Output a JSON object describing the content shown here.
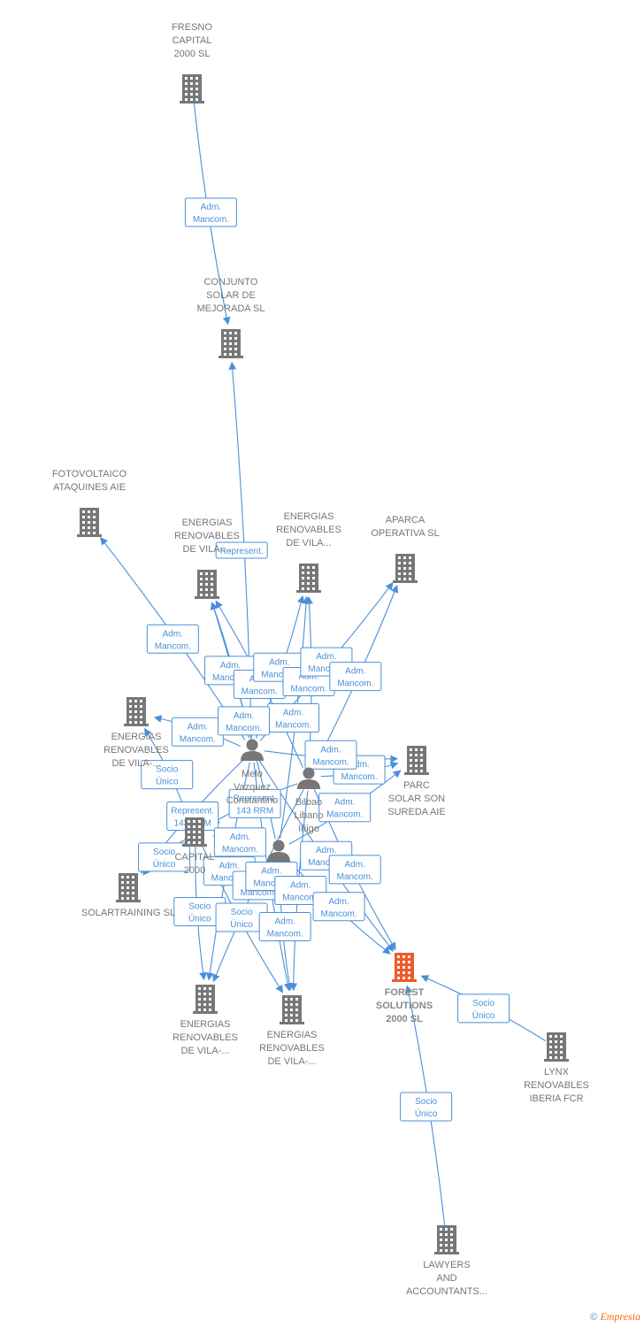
{
  "colors": {
    "company": "#777777",
    "focus": "#ee5a2a",
    "edge": "#4a90d9",
    "person": "#777777"
  },
  "nodes": [
    {
      "id": "fresno",
      "type": "company",
      "label": [
        "FRESNO",
        "CAPITAL",
        "2000  SL"
      ]
    },
    {
      "id": "conjunto",
      "type": "company",
      "label": [
        "CONJUNTO",
        "SOLAR DE",
        "MEJORADA SL"
      ]
    },
    {
      "id": "fotovoltaico",
      "type": "company",
      "label": [
        "FOTOVOLTAICO",
        "ATAQUINES AIE"
      ]
    },
    {
      "id": "er1",
      "type": "company",
      "label": [
        "ENERGIAS",
        "RENOVABLES",
        "DE VILA-..."
      ]
    },
    {
      "id": "er2",
      "type": "company",
      "label": [
        "ENERGIAS",
        "RENOVABLES",
        "DE VILA..."
      ]
    },
    {
      "id": "aparca",
      "type": "company",
      "label": [
        "APARCA",
        "OPERATIVA SL"
      ]
    },
    {
      "id": "er3",
      "type": "company",
      "label": [
        "ENERGIAS",
        "RENOVABLES",
        "DE VILA-..."
      ]
    },
    {
      "id": "parc",
      "type": "company",
      "label": [
        "PARC",
        "SOLAR SON",
        "SUREDA AIE"
      ]
    },
    {
      "id": "solartraining",
      "type": "company",
      "label": [
        "SOLARTRAINING SL"
      ]
    },
    {
      "id": "capital2000",
      "type": "company",
      "label": [
        "CAPITAL",
        "2000"
      ]
    },
    {
      "id": "er4",
      "type": "company",
      "label": [
        "ENERGIAS",
        "RENOVABLES",
        "DE VILA-..."
      ]
    },
    {
      "id": "er5",
      "type": "company",
      "label": [
        "ENERGIAS",
        "RENOVABLES",
        "DE VILA-..."
      ]
    },
    {
      "id": "forest",
      "type": "focus",
      "label": [
        "FOREST",
        "SOLUTIONS",
        "2000  SL"
      ]
    },
    {
      "id": "lynx",
      "type": "company",
      "label": [
        "LYNX",
        "RENOVABLES",
        "IBERIA FCR"
      ]
    },
    {
      "id": "lawyers",
      "type": "company",
      "label": [
        "LAWYERS",
        "AND",
        "ACCOUNTANTS..."
      ]
    },
    {
      "id": "p_bilbao",
      "type": "person",
      "label": [
        "Bilbao",
        "Libano",
        "Iñigo"
      ]
    },
    {
      "id": "p_melo",
      "type": "person",
      "label": [
        "Melo",
        "Vazquez",
        "Constantino"
      ]
    },
    {
      "id": "p_third",
      "type": "person",
      "label": []
    }
  ],
  "edges": [
    {
      "from": "fresno",
      "to": "conjunto",
      "label": [
        "Adm.",
        "Mancom."
      ]
    },
    {
      "from": "p_melo",
      "to": "conjunto",
      "label": [
        "Represent."
      ]
    },
    {
      "from": "p_melo",
      "to": "fotovoltaico",
      "label": [
        "Adm.",
        "Mancom."
      ]
    },
    {
      "from": "p_melo",
      "to": "er1",
      "label": [
        "Adm.",
        "Mancom."
      ]
    },
    {
      "from": "p_bilbao",
      "to": "er1",
      "label": [
        "Adm.",
        "Mancom."
      ]
    },
    {
      "from": "p_melo",
      "to": "er2",
      "label": [
        "Adm.",
        "Mancom."
      ]
    },
    {
      "from": "p_bilbao",
      "to": "er2",
      "label": [
        "Adm.",
        "Mancom."
      ]
    },
    {
      "from": "p_third",
      "to": "er2",
      "label": [
        "Adm.",
        "Mancom."
      ]
    },
    {
      "from": "p_melo",
      "to": "aparca",
      "label": [
        "Adm.",
        "Mancom."
      ]
    },
    {
      "from": "p_bilbao",
      "to": "aparca",
      "label": [
        "Adm.",
        "Mancom."
      ]
    },
    {
      "from": "capital2000",
      "to": "er3",
      "label": [
        "Socio",
        "Único"
      ]
    },
    {
      "from": "p_melo",
      "to": "er3",
      "label": [
        "Adm.",
        "Mancom."
      ]
    },
    {
      "from": "p_third",
      "to": "er1",
      "label": [
        "Adm.",
        "Mancom."
      ]
    },
    {
      "from": "p_bilbao",
      "to": "parc",
      "label": [
        "Adm.",
        "Mancom."
      ]
    },
    {
      "from": "p_melo",
      "to": "parc",
      "label": [
        "Adm.",
        "Mancom."
      ]
    },
    {
      "from": "p_third",
      "to": "parc",
      "label": [
        "Adm.",
        "Mancom."
      ]
    },
    {
      "from": "capital2000",
      "to": "solartraining",
      "label": [
        "Socio",
        "Único"
      ]
    },
    {
      "from": "p_melo",
      "to": "solartraining",
      "label": [
        "Represent.",
        "143 RRM"
      ]
    },
    {
      "from": "p_bilbao",
      "to": "capital2000",
      "label": [
        "Represent.",
        "143 RRM"
      ]
    },
    {
      "from": "p_third",
      "to": "capital2000",
      "label": [
        "Adm.",
        "Mancom."
      ]
    },
    {
      "from": "capital2000",
      "to": "er4",
      "label": [
        "Socio",
        "Único"
      ]
    },
    {
      "from": "p_melo",
      "to": "er4",
      "label": [
        "Adm.",
        "Mancom."
      ]
    },
    {
      "from": "p_bilbao",
      "to": "er4",
      "label": [
        "Adm.",
        "Mancom."
      ]
    },
    {
      "from": "capital2000",
      "to": "er5",
      "label": [
        "Socio",
        "Único"
      ]
    },
    {
      "from": "p_melo",
      "to": "er5",
      "label": [
        "Adm.",
        "Mancom."
      ]
    },
    {
      "from": "p_bilbao",
      "to": "er5",
      "label": [
        "Adm.",
        "Mancom."
      ]
    },
    {
      "from": "p_third",
      "to": "er5",
      "label": [
        "Adm.",
        "Mancom."
      ]
    },
    {
      "from": "p_melo",
      "to": "forest",
      "label": [
        "Adm.",
        "Mancom."
      ]
    },
    {
      "from": "p_bilbao",
      "to": "forest",
      "label": [
        "Adm.",
        "Mancom."
      ]
    },
    {
      "from": "p_third",
      "to": "forest",
      "label": [
        "Adm.",
        "Mancom."
      ]
    },
    {
      "from": "lynx",
      "to": "forest",
      "label": [
        "Socio",
        "Único"
      ]
    },
    {
      "from": "lawyers",
      "to": "forest",
      "label": [
        "Socio",
        "Único"
      ]
    }
  ],
  "footer": {
    "copyright": "©",
    "brand": "Empresia"
  }
}
